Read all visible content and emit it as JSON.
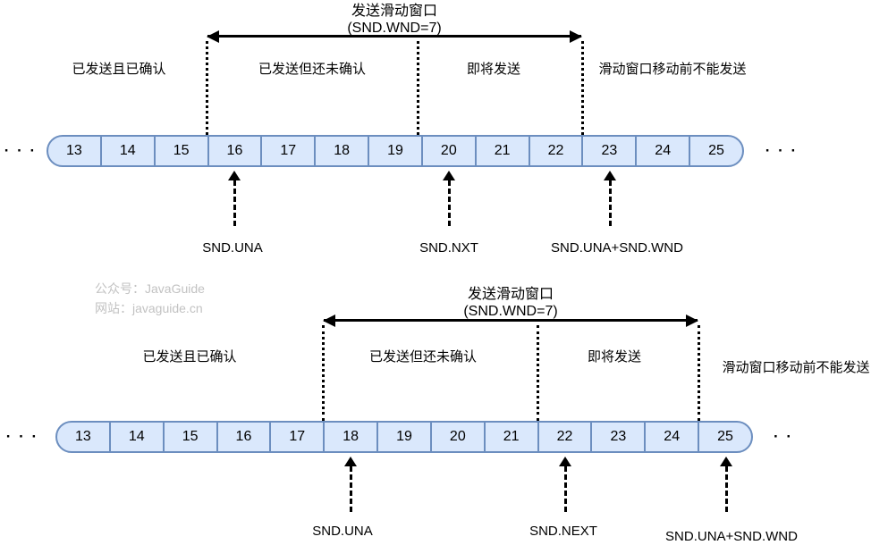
{
  "colors": {
    "cell_fill": "#dae8fc",
    "cell_border": "#6c8ebf",
    "text": "#000000",
    "watermark_text": "#c2c2c2"
  },
  "watermark": {
    "line1": "公众号：JavaGuide",
    "line2": "网站：javaguide.cn"
  },
  "diagrams": [
    {
      "title_line1": "发送滑动窗口",
      "title_line2": "(SND.WND=7)",
      "zone_sent_acked": "已发送且已确认",
      "zone_sent_unacked": "已发送但还未确认",
      "zone_to_send": "即将发送",
      "zone_cannot_send": "滑动窗口移动前不能发送",
      "cells": [
        "13",
        "14",
        "15",
        "16",
        "17",
        "18",
        "19",
        "20",
        "21",
        "22",
        "23",
        "24",
        "25"
      ],
      "ellipsis_left": "· · ·",
      "ellipsis_right": "· · ·",
      "pointers": [
        {
          "label": "SND.UNA"
        },
        {
          "label": "SND.NXT"
        },
        {
          "label": "SND.UNA+SND.WND"
        }
      ]
    },
    {
      "title_line1": "发送滑动窗口",
      "title_line2": "(SND.WND=7)",
      "zone_sent_acked": "已发送且已确认",
      "zone_sent_unacked": "已发送但还未确认",
      "zone_to_send": "即将发送",
      "zone_cannot_send": "滑动窗口移动前不能发送",
      "cells": [
        "13",
        "14",
        "15",
        "16",
        "17",
        "18",
        "19",
        "20",
        "21",
        "22",
        "23",
        "24",
        "25"
      ],
      "ellipsis_left": "· · ·",
      "ellipsis_right": "· ·",
      "pointers": [
        {
          "label": "SND.UNA"
        },
        {
          "label": "SND.NEXT"
        },
        {
          "label": "SND.UNA+SND.WND"
        }
      ]
    }
  ]
}
